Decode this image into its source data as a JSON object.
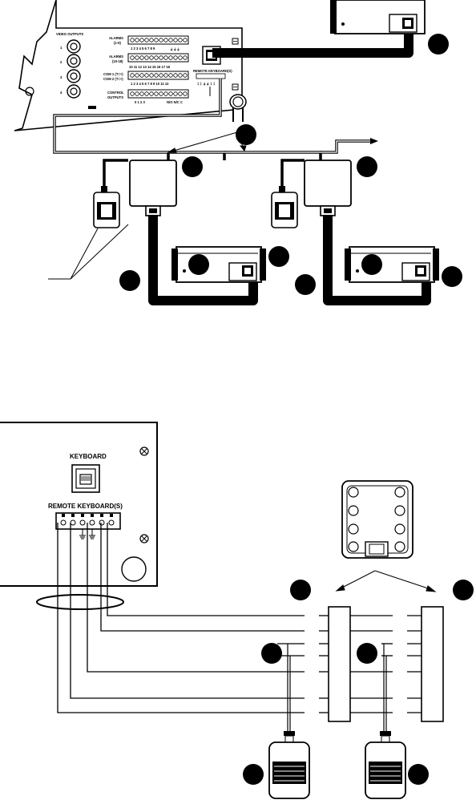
{
  "top_diagram": {
    "video_outputs_label": "VIDEO OUTPUTS",
    "video_output_numbers": [
      "1",
      "2",
      "3",
      "4"
    ],
    "alarms_1_label": "ALARMS",
    "alarms_1_range": "(1-9)",
    "alarms_2_label": "ALARMS",
    "alarms_2_range": "(10-18)",
    "com1_label": "COM 1 (T=+)",
    "com2_label": "COM 2 (T=+)",
    "control_outputs_label": "CONTROL",
    "control_outputs_label2": "OUTPUTS",
    "alarm_numbers_row1": "1 2 3 4 5 6 7 8 9",
    "alarm_numbers_row2": "10 11 12 13 14 15 16 17 18",
    "com_numbers_row": "1 2 3 4 5 6 7 8 9 10 11 12",
    "control_numbers_row": "0 1 2 3",
    "control_tail_label": "N/O N/C C",
    "remote_keyboards_label": "REMOTE KEYBOARD(S)"
  },
  "bottom_diagram": {
    "keyboard_label": "KEYBOARD",
    "remote_keyboards_label": "REMOTE KEYBOARD(S)"
  },
  "colors": {
    "ink": "#000000",
    "paper": "#ffffff",
    "shade": "#9a9a9a"
  }
}
